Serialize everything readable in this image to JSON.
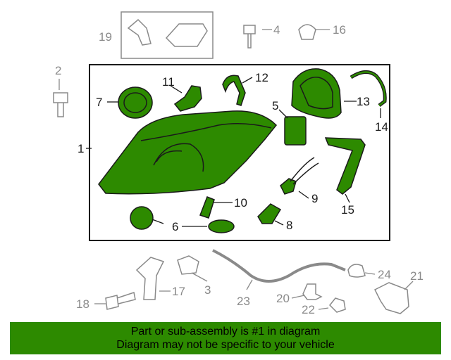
{
  "callouts": {
    "c1": "1",
    "c2": "2",
    "c3": "3",
    "c4": "4",
    "c5": "5",
    "c6": "6",
    "c7": "7",
    "c8": "8",
    "c9": "9",
    "c10": "10",
    "c11": "11",
    "c12": "12",
    "c13": "13",
    "c14": "14",
    "c15": "15",
    "c16": "16",
    "c17": "17",
    "c18": "18",
    "c19": "19",
    "c20": "20",
    "c21": "21",
    "c22": "22",
    "c23": "23",
    "c24": "24"
  },
  "banner": {
    "line1": "Part or sub-assembly is #1 in diagram",
    "line2": "Diagram may not be specific to your vehicle"
  },
  "colors": {
    "highlight": "#2d8a00",
    "part_stroke": "#1a1a1a",
    "other_parts": "#8a8a8a"
  }
}
